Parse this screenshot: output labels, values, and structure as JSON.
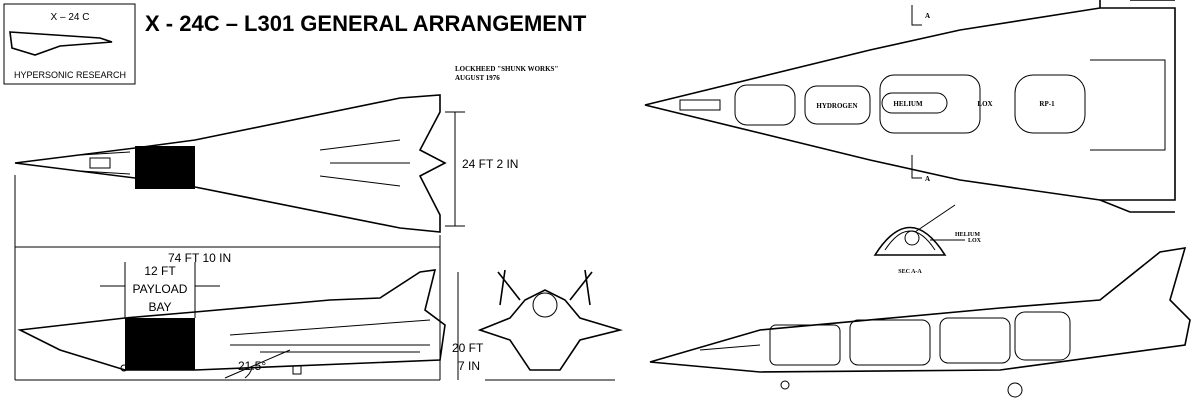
{
  "inset": {
    "model": "X – 24 C",
    "caption": "HYPERSONIC RESEARCH"
  },
  "title": "X - 24C – L301 GENERAL ARRANGEMENT",
  "credit": {
    "line1": "LOCKHEED \"SHUNK WORKS\"",
    "line2": "AUGUST 1976"
  },
  "dimensions": {
    "span": "24 FT 2 IN",
    "length": "74 FT 10 IN",
    "payload": [
      "12 FT",
      "PAYLOAD",
      "BAY"
    ],
    "height": [
      "20 FT",
      "7 IN"
    ],
    "angle": "21.5°"
  },
  "internal": {
    "tanks": [
      "HYDROGEN",
      "HELIUM",
      "LOX",
      "RP-1"
    ],
    "section_mark": "A",
    "section": {
      "title": "SEC A-A",
      "labels": [
        "HELIUM",
        "LOX"
      ]
    }
  }
}
